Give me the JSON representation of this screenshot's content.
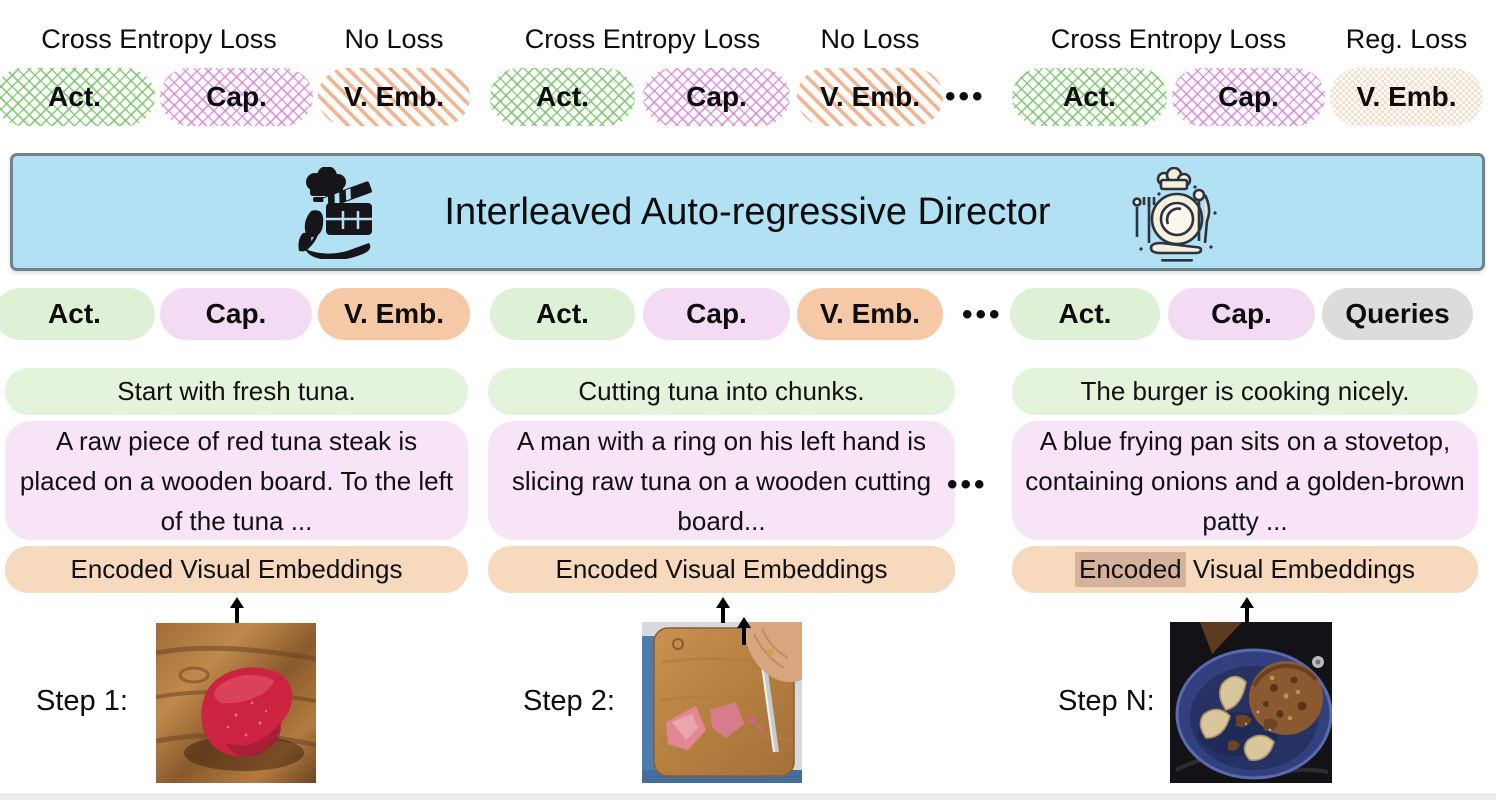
{
  "loss_labels": {
    "group1": {
      "left": "Cross Entropy Loss",
      "right": "No Loss"
    },
    "group2": {
      "left": "Cross Entropy Loss",
      "right": "No Loss"
    },
    "group3": {
      "left": "Cross Entropy Loss",
      "right": "Reg. Loss"
    }
  },
  "dots": {
    "glyph": "•••"
  },
  "top_pills": {
    "act": "Act.",
    "cap": "Cap.",
    "vemb": "V. Emb."
  },
  "director": {
    "title": "Interleaved Auto-regressive Director"
  },
  "token_pills": {
    "act": "Act.",
    "cap": "Cap.",
    "vemb": "V. Emb.",
    "queries": "Queries"
  },
  "columns": [
    {
      "action": "Start with fresh tuna.",
      "caption": "A raw piece of red tuna steak is placed on a wooden board. To the left of the tuna ...",
      "embedding": "Encoded Visual Embeddings",
      "step": "Step 1:",
      "image_alt": "raw tuna steak on wooden board"
    },
    {
      "action": "Cutting tuna into chunks.",
      "caption": "A man with a ring on his left hand is slicing raw tuna on a wooden cutting board...",
      "embedding": "Encoded Visual Embeddings",
      "step": "Step 2:",
      "image_alt": "hand slicing tuna chunks on cutting board"
    },
    {
      "action": "The burger is cooking nicely.",
      "caption": "A blue frying pan sits on a stovetop, containing onions and a golden-brown patty ...",
      "embedding_highlight": "Encoded",
      "embedding_rest": "Visual Embeddings",
      "step": "Step N:",
      "image_alt": "blue frying pan with onions and patty"
    }
  ],
  "colors": {
    "act_green": "#def0d6",
    "cap_pink": "#f3dcf3",
    "vemb_orange": "#f6c9a6",
    "queries_gray": "#dcdcdc",
    "director_blue": "#b2e1f3",
    "hatch_green": "#7cc46e",
    "hatch_purple": "#d684d8",
    "stripe_orange": "#edb28c"
  }
}
